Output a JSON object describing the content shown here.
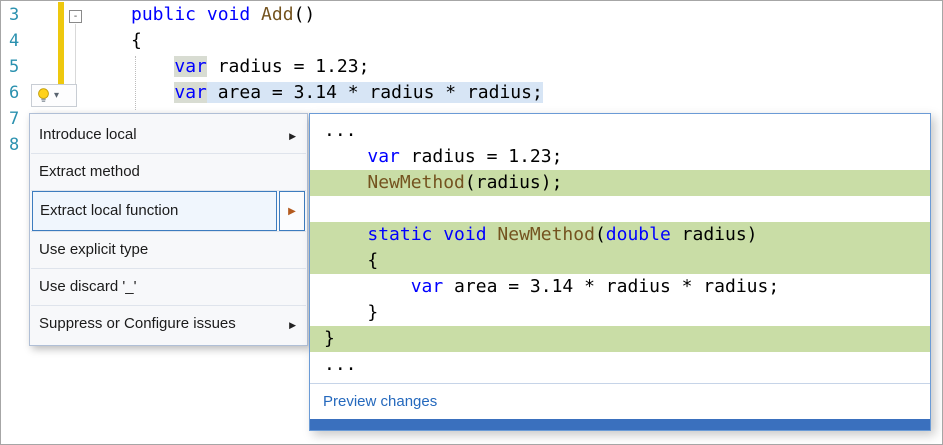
{
  "colors": {
    "keyword": "#0000ff",
    "method": "#74531f",
    "plain": "#000000",
    "line_number": "#2b91af",
    "added_line_bg": "#c9dda6",
    "selection_bg": "#d7e5f5",
    "word_highlight_bg": "#d8dcd2",
    "change_bar": "#eec80e",
    "menu_bg": "#f7f8fa",
    "menu_border": "#b0bfd6",
    "menu_separator": "#dfe4ec",
    "selected_border": "#3c7cbf",
    "selected_bg": "#f0f6fd",
    "expander_arrow": "#b35a1e",
    "pane_border": "#6b9bd6",
    "accent_bar": "#3a70be",
    "link": "#2569bd"
  },
  "icons": {
    "submenu_arrow": "▶",
    "expander_arrow": "▶",
    "dropdown_caret": "▾",
    "fold_box": "-",
    "lightbulb": "lightbulb-icon"
  },
  "editor": {
    "line_numbers": [
      "3",
      "4",
      "5",
      "6",
      "7",
      "8"
    ],
    "lines": [
      {
        "tokens": [
          {
            "t": "public void ",
            "c": "keyword"
          },
          {
            "t": "Add",
            "c": "method"
          },
          {
            "t": "()",
            "c": "plain"
          }
        ]
      },
      {
        "tokens": [
          {
            "t": "{",
            "c": "plain"
          }
        ]
      },
      {
        "tokens": [
          {
            "t": "    ",
            "c": "plain"
          },
          {
            "t": "var",
            "c": "keyword",
            "bg": "box"
          },
          {
            "t": " radius = 1.23;",
            "c": "plain"
          }
        ]
      },
      {
        "tokens": [
          {
            "t": "    ",
            "c": "plain"
          },
          {
            "t": "var",
            "c": "keyword",
            "bg": "box"
          },
          {
            "t": " area = 3.14 * radius * radius;",
            "c": "plain",
            "bg": "sel"
          }
        ]
      }
    ]
  },
  "menu": {
    "items": [
      {
        "label": "Introduce local",
        "submenu": true
      },
      {
        "label": "Extract method"
      },
      {
        "label": "Extract local function",
        "selected": true,
        "expander": true
      },
      {
        "label": "Use explicit type"
      },
      {
        "label": "Use discard '_'"
      },
      {
        "label": "Suppress or Configure issues",
        "submenu": true
      }
    ]
  },
  "preview": {
    "rows": [
      {
        "tokens": [
          {
            "t": "...",
            "c": "plain"
          }
        ]
      },
      {
        "tokens": [
          {
            "t": "    ",
            "c": "plain"
          },
          {
            "t": "var",
            "c": "keyword"
          },
          {
            "t": " radius = 1.23;",
            "c": "plain"
          }
        ]
      },
      {
        "added": true,
        "tokens": [
          {
            "t": "    ",
            "c": "plain"
          },
          {
            "t": "NewMethod",
            "c": "method"
          },
          {
            "t": "(radius);",
            "c": "plain"
          }
        ]
      },
      {
        "tokens": []
      },
      {
        "added": true,
        "tokens": [
          {
            "t": "    ",
            "c": "plain"
          },
          {
            "t": "static void ",
            "c": "keyword"
          },
          {
            "t": "NewMethod",
            "c": "method"
          },
          {
            "t": "(",
            "c": "plain"
          },
          {
            "t": "double",
            "c": "keyword"
          },
          {
            "t": " radius)",
            "c": "plain"
          }
        ]
      },
      {
        "added": true,
        "tokens": [
          {
            "t": "    {",
            "c": "plain"
          }
        ]
      },
      {
        "tokens": [
          {
            "t": "        ",
            "c": "plain"
          },
          {
            "t": "var",
            "c": "keyword"
          },
          {
            "t": " area = 3.14 * radius * radius;",
            "c": "plain"
          }
        ]
      },
      {
        "tokens": [
          {
            "t": "    }",
            "c": "plain"
          }
        ]
      },
      {
        "added": true,
        "tokens": [
          {
            "t": "}",
            "c": "plain"
          }
        ]
      },
      {
        "tokens": [
          {
            "t": "...",
            "c": "plain"
          }
        ]
      }
    ],
    "footer_label": "Preview changes"
  }
}
